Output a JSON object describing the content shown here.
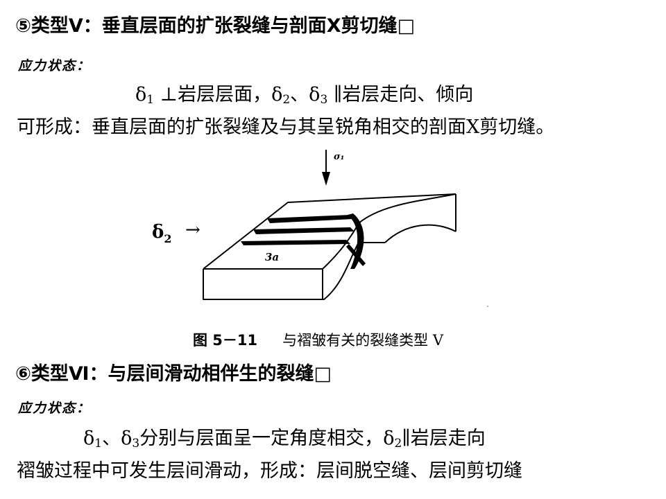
{
  "section5": {
    "heading": "⑤类型Ⅴ：垂直层面的扩张裂缝与剖面X剪切缝□",
    "stress_label": "应力状态：",
    "equation": {
      "s1": "δ",
      "sub1": "1",
      "t1": " ⊥岩层层面，",
      "s2": "δ",
      "sub2": "2",
      "t2": "、",
      "s3": "δ",
      "sub3": "3",
      "t3": " ∥岩层走向、倾向"
    },
    "description": "可形成：垂直层面的扩张裂缝及与其呈锐角相交的剖面X剪切缝。"
  },
  "figure": {
    "sigma_label": "σ₁",
    "delta_label": "δ",
    "delta_sub": "2",
    "arrow": "→",
    "block_label": "3a",
    "caption_label": "图 5－11",
    "caption_text": "与褶皱有关的裂缝类型 Ⅴ"
  },
  "section6": {
    "heading": "⑥类型Ⅵ：与层间滑动相伴生的裂缝□",
    "stress_label": "应力状态：",
    "equation": {
      "s1": "δ",
      "sub1": "1",
      "t1": "、",
      "s3": "δ",
      "sub3": "3",
      "t2": "分别与层面呈一定角度相交，",
      "s2": "δ",
      "sub2": "2",
      "t3": "∥岩层走向"
    },
    "description": "褶皱过程中可发生层间滑动，形成：层间脱空缝、层间剪切缝"
  }
}
